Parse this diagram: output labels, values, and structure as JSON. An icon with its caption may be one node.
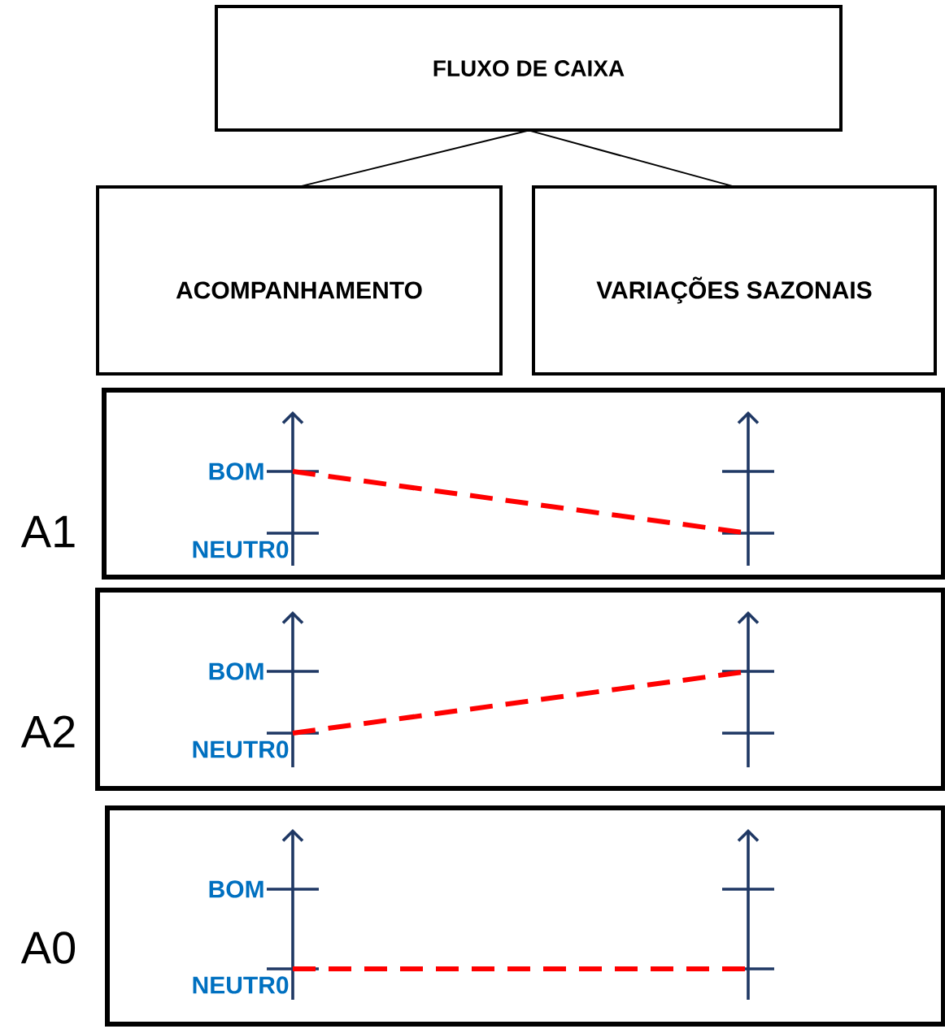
{
  "diagram": {
    "nodes": [
      {
        "text": [
          "FLUXO DE CAIXA"
        ]
      },
      {
        "text": [
          "ACOMPANHAMENTO"
        ]
      },
      {
        "text": [
          "VARIAÇÕES SAZONAIS"
        ]
      },
      {
        "text": [
          "BOM",
          "NEUTR0"
        ],
        "beside": [
          "A1"
        ]
      },
      {
        "text": [
          "BOM",
          "NEUTR0"
        ],
        "beside": [
          "A2"
        ]
      },
      {
        "text": [
          "BOM",
          "NEUTR0"
        ],
        "beside": [
          "A0"
        ]
      }
    ],
    "edges": [
      {
        "from": 0,
        "to": 1,
        "arrow": "none"
      },
      {
        "from": 0,
        "to": 2,
        "arrow": "none"
      }
    ]
  }
}
